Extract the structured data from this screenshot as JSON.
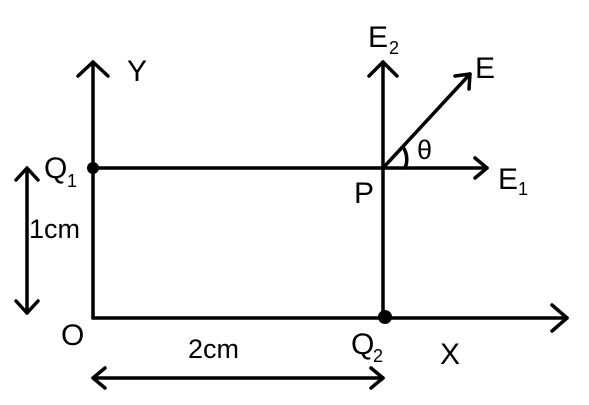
{
  "labels": {
    "y_axis": "Y",
    "x_axis": "X",
    "origin": "O",
    "q1": "Q",
    "q1_sub": "1",
    "q2": "Q",
    "q2_sub": "2",
    "p": "P",
    "e": "E",
    "e1": "E",
    "e1_sub": "1",
    "e2": "E",
    "e2_sub": "2",
    "theta": "θ",
    "height_dim": "1cm",
    "width_dim": "2cm"
  }
}
